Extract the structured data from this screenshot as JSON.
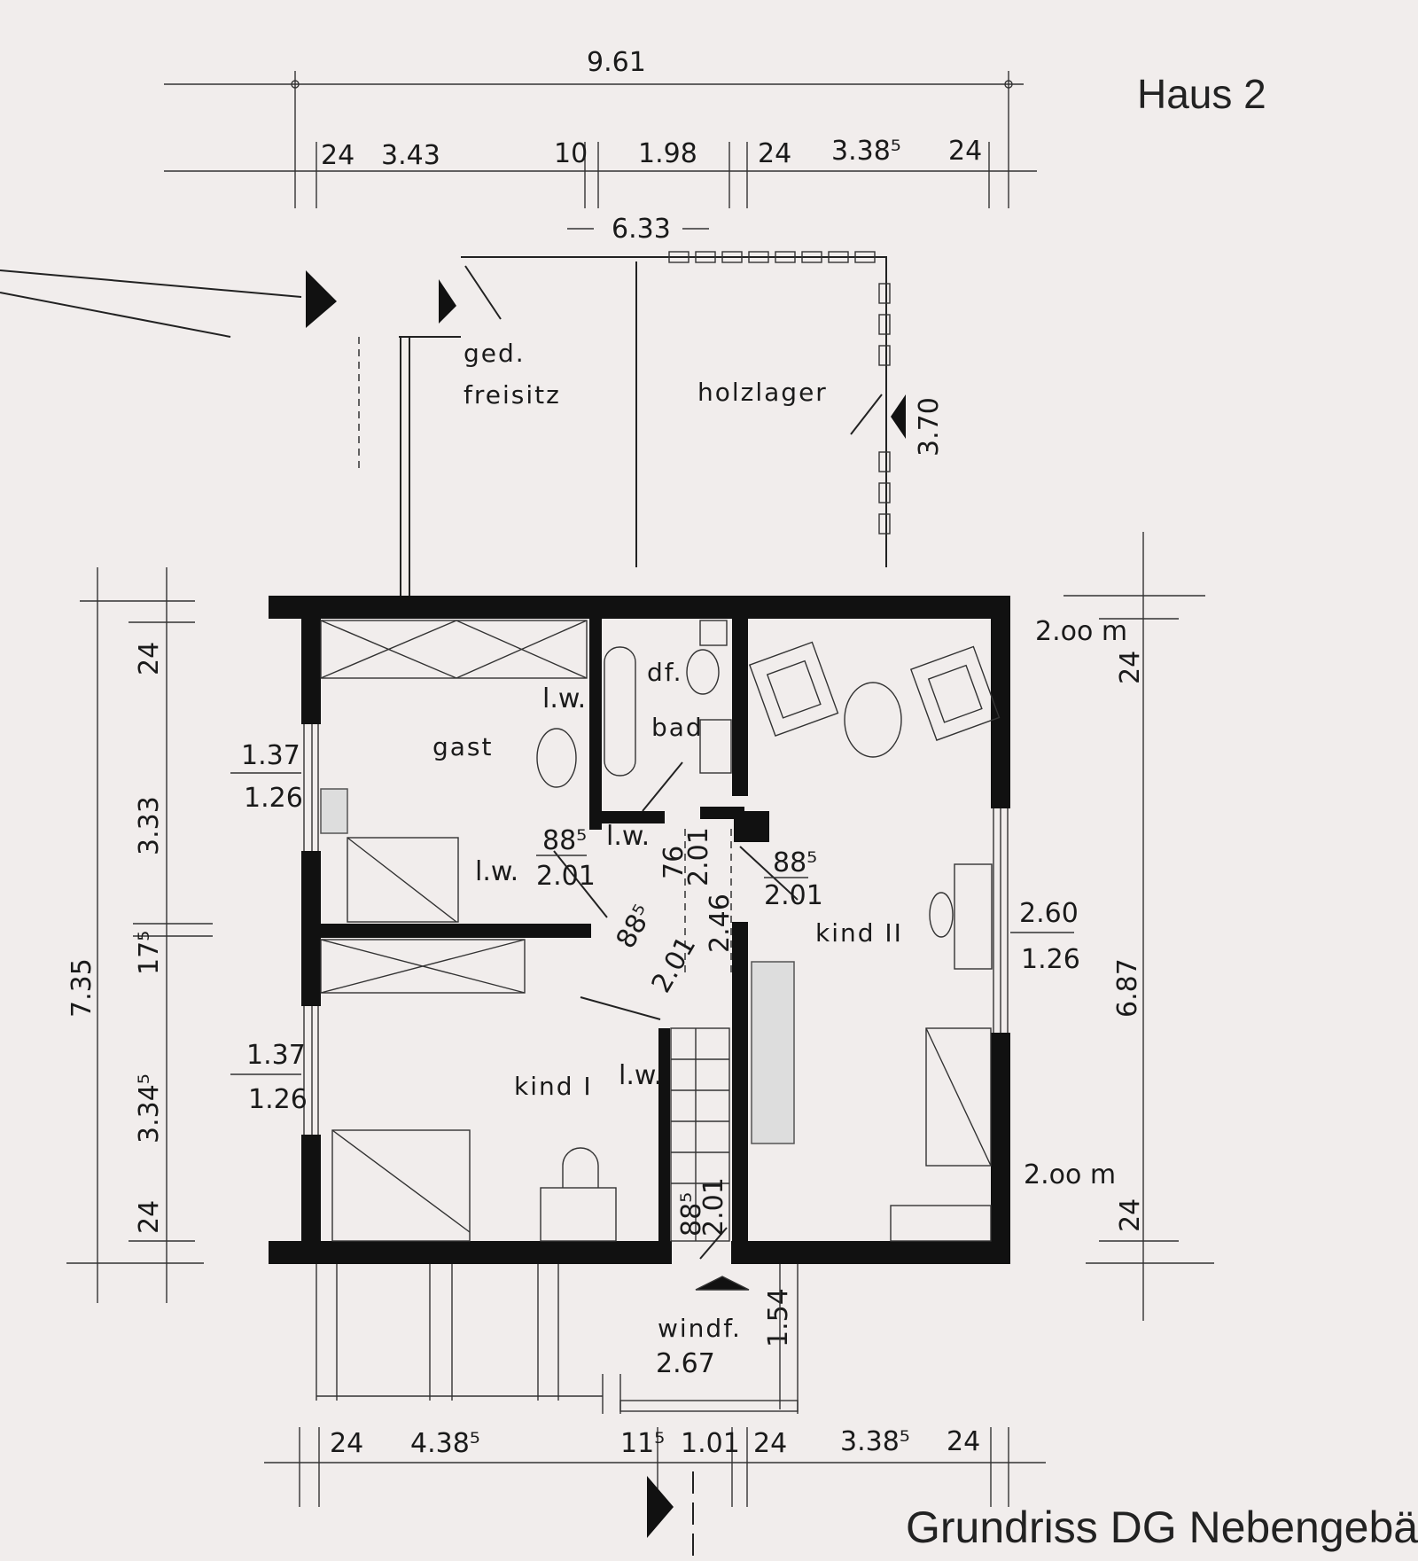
{
  "title": "Grundriss DG Nebengebäude",
  "house_label": "Haus 2",
  "rooms": {
    "freisitz_1": "ged.",
    "freisitz_2": "freisitz",
    "holzlager": "holzlager",
    "gast": "gast",
    "bad_1": "df.",
    "bad_2": "bad",
    "kind1": "kind I",
    "kind2": "kind II",
    "windfang": "windf."
  },
  "dims": {
    "top_total": "9.61",
    "top_a": "24",
    "top_b": "3.43",
    "top_c": "10",
    "top_d": "1.98",
    "top_e": "24",
    "top_f": "3.38⁵",
    "top_g": "24",
    "freisitz_width": "6.33",
    "holz_depth": "3.70",
    "left_total": "7.35",
    "left_a": "24",
    "left_b": "3.33",
    "left_c": "17⁵",
    "left_d": "3.34⁵",
    "left_e": "24",
    "right_total": "6.87",
    "right_a": "24",
    "right_b": "24",
    "win_gast_1": "1.37",
    "win_gast_2": "1.26",
    "win_kind1_1": "1.37",
    "win_kind1_2": "1.26",
    "win_kind2_1": "2.60",
    "win_kind2_2": "1.26",
    "height_1": "2.oo m",
    "height_2": "2.oo m",
    "door_gast_1": "88⁵",
    "door_gast_2": "2.01",
    "door_kind1_1": "88⁵",
    "door_kind1_2": "2.01",
    "door_kind2_1": "88⁵",
    "door_kind2_2": "2.01",
    "door_bad_1": "76",
    "door_bad_2": "2.01",
    "door_main_1": "88⁵",
    "door_main_2": "2.01",
    "hall_1": "2.46",
    "lw_1": "l.w.",
    "lw_2": "l.w.",
    "lw_3": "l.w.",
    "lw_4": "l.w.",
    "windf_width": "2.67",
    "windf_depth": "1.54",
    "bot_a": "24",
    "bot_b": "4.38⁵",
    "bot_c": "11⁵",
    "bot_d": "1.01",
    "bot_e": "24",
    "bot_f": "3.38⁵",
    "bot_g": "24"
  }
}
